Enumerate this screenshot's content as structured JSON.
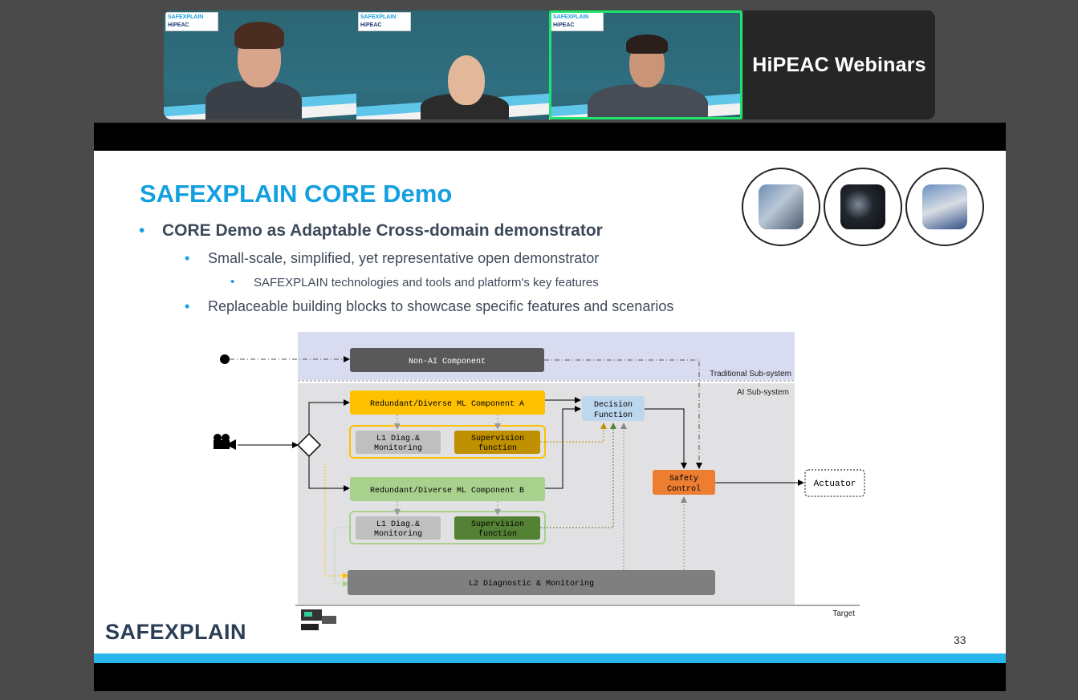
{
  "meeting": {
    "brand_label": "HiPEAC Webinars",
    "participants": [
      {
        "logo_text": "SAFEXPLAIN",
        "logo_sub": "HiPEAC"
      },
      {
        "logo_text": "SAFEXPLAIN",
        "logo_sub": "HiPEAC"
      },
      {
        "logo_text": "SAFEXPLAIN",
        "logo_sub": "HiPEAC",
        "active_speaker": true
      }
    ]
  },
  "slide": {
    "title": "SAFEXPLAIN CORE Demo",
    "bullet_l1": "CORE Demo as Adaptable Cross-domain demonstrator",
    "bullet_l2a": "Small-scale, simplified, yet representative open demonstrator",
    "bullet_l3": "SAFEXPLAIN technologies and tools and platform's key features",
    "bullet_l2b": "Replaceable building blocks to showcase specific features and scenarios",
    "domain_icons": [
      "car-icon",
      "satellite-icon",
      "train-icon"
    ],
    "footer_logo": "SAFEXPLAIN",
    "page_number": "33",
    "diagram": {
      "traditional_label": "Traditional Sub-system",
      "ai_label": "AI Sub-system",
      "non_ai": "Non-AI Component",
      "ml_a": "Redundant/Diverse ML Component A",
      "ml_b": "Redundant/Diverse ML Component B",
      "l1_a": [
        "L1 Diag.&",
        "Monitoring"
      ],
      "sup_a": [
        "Supervision",
        "function"
      ],
      "l1_b": [
        "L1 Diag.&",
        "Monitoring"
      ],
      "sup_b": [
        "Supervision",
        "function"
      ],
      "decision": [
        "Decision",
        "Function"
      ],
      "safety": [
        "Safety",
        "Control"
      ],
      "actuator": "Actuator",
      "l2": "L2 Diagnostic & Monitoring",
      "target": "Target"
    },
    "colors": {
      "title": "#14a0e0",
      "ml_a": "#ffc000",
      "ml_b": "#a9d18e",
      "safety": "#ed7d31",
      "decision": "#bdd7ee"
    }
  }
}
